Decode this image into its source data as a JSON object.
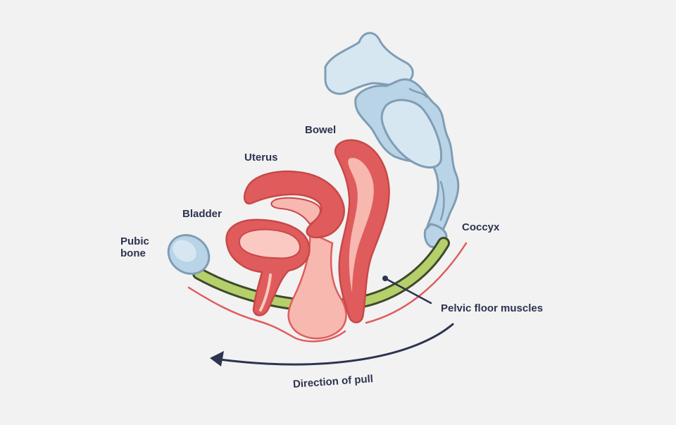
{
  "labels": {
    "pubic_bone": "Pubic bone",
    "bladder": "Bladder",
    "uterus": "Uterus",
    "bowel": "Bowel",
    "coccyx": "Coccyx",
    "pelvic_floor_muscles": "Pelvic floor muscles",
    "direction_of_pull": "Direction of pull"
  },
  "colors": {
    "background": "#f2f2f2",
    "outline": "#2e3350",
    "organ_red": "#e05c5c",
    "organ_fill": "#f7b8b0",
    "organ_light": "#f9c9c2",
    "muscle_green": "#b5cf6b",
    "muscle_edge": "#3e4a2a",
    "bone_blue": "#b9d4e6",
    "bone_light": "#d6e7f2",
    "bone_edge": "#7f9db5"
  }
}
